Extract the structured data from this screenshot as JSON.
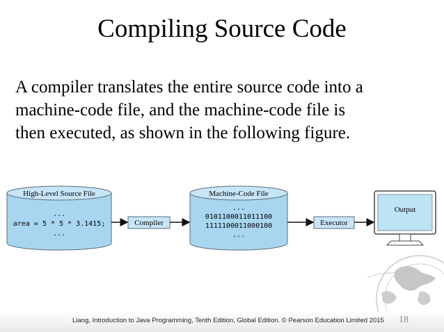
{
  "slide": {
    "title": "Compiling Source Code",
    "body_lines": [
      "A compiler translates the entire source code into a",
      "machine-code file, and the machine-code file is",
      "then executed, as shown in the following figure."
    ]
  },
  "diagram": {
    "source_file": {
      "label": "High-Level Source File",
      "lines": [
        "...",
        "area = 5 * 5 * 3.1415;",
        "..."
      ]
    },
    "compiler_label": "Compiler",
    "machine_file": {
      "label": "Machine-Code File",
      "lines": [
        "...",
        "0101100011011100",
        "1111100011000100",
        "..."
      ]
    },
    "executor_label": "Executor",
    "output_label": "Output",
    "colors": {
      "cylinder_fill": "#a8d6f0",
      "cylinder_stroke": "#5a6b78",
      "box_fill": "#c7e5f6",
      "monitor_screen": "#bfe3f6"
    }
  },
  "footer": {
    "text": "Liang, Introduction to Java Programming, Tenth Edition, Global Edition. © Pearson Education Limited 2015",
    "page": "18"
  }
}
